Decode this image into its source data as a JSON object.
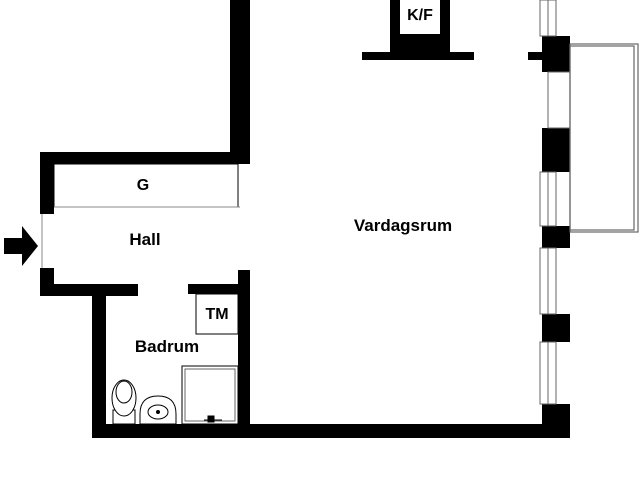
{
  "plan": {
    "rooms": {
      "living_room": "Vardagsrum",
      "hall": "Hall",
      "bathroom": "Badrum"
    },
    "fixtures": {
      "kitchen_fireplace": "K/F",
      "wardrobe": "G",
      "washing_machine": "TM"
    },
    "entrance_marker": "entrance-arrow-icon",
    "colors": {
      "wall": "#000000",
      "background": "#ffffff",
      "line": "#666666"
    }
  }
}
